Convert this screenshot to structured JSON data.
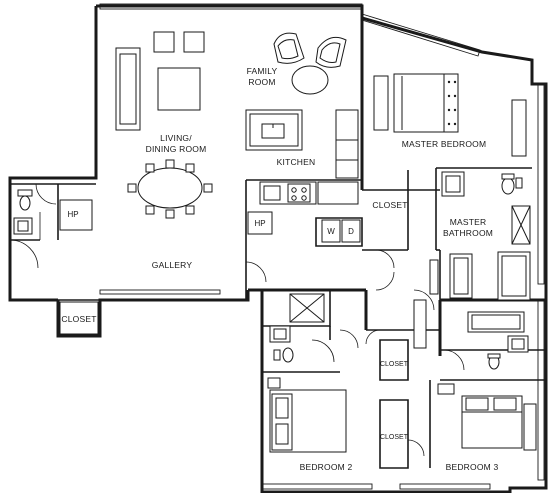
{
  "rooms": {
    "family_room": [
      "FAMILY",
      "ROOM"
    ],
    "living_dining": [
      "LIVING/",
      "DINING ROOM"
    ],
    "kitchen": "KITCHEN",
    "master_bedroom": "MASTER BEDROOM",
    "closet_master": "CLOSET",
    "master_bathroom": [
      "MASTER",
      "BATHROOM"
    ],
    "gallery": "GALLERY",
    "closet_entry": "CLOSET",
    "closet_bed2": "CLOSET",
    "closet_bed3": "CLOSET",
    "bedroom_2": "BEDROOM 2",
    "bedroom_3": "BEDROOM 3"
  },
  "appliances": {
    "hp_entry": "HP",
    "hp_kitchen": "HP",
    "washer": "W",
    "dryer": "D"
  }
}
